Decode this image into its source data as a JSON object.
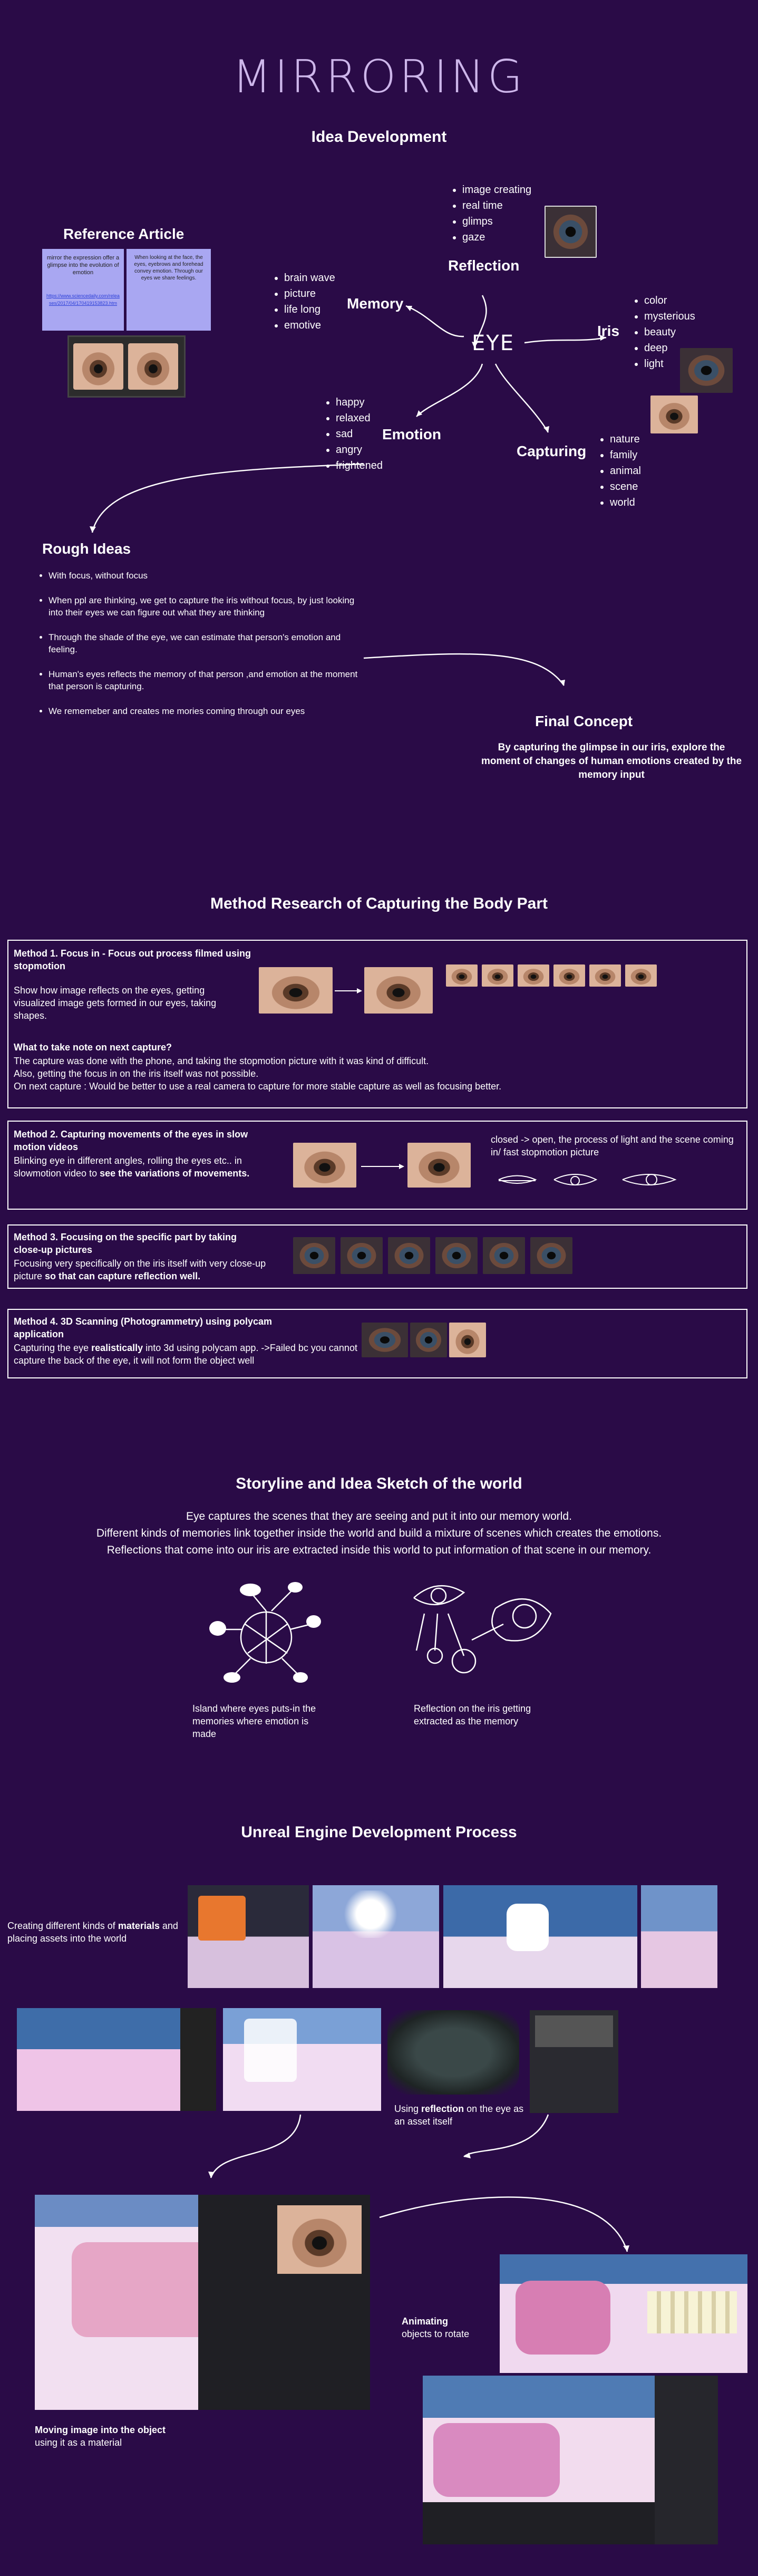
{
  "title": "MIRRORING",
  "idea_development": {
    "heading": "Idea Development",
    "reference_article": {
      "heading": "Reference Article",
      "card_left_text": "mirror the expression offer a glimpse into the evolution of emotion",
      "card_left_link": "https://www.sciencedaily.com/releases/2017/04/170419153823.htm",
      "card_right_text": "When looking at the face, the eyes, eyebrows and forehead convey emotion. Through our eyes we share feelings."
    },
    "center_node": "EYE",
    "reflection": {
      "label": "Reflection",
      "items": [
        "image creating",
        "real time",
        "glimps",
        "gaze"
      ]
    },
    "memory": {
      "label": "Memory",
      "items": [
        "brain wave",
        "picture",
        "life long",
        "emotive"
      ]
    },
    "iris": {
      "label": "Iris",
      "items": [
        "color",
        "mysterious",
        "beauty",
        "deep",
        "light"
      ]
    },
    "emotion": {
      "label": "Emotion",
      "items": [
        "happy",
        "relaxed",
        "sad",
        "angry",
        "frightened"
      ]
    },
    "capturing": {
      "label": "Capturing",
      "items": [
        "nature",
        "family",
        "animal",
        "scene",
        "world"
      ]
    },
    "rough_ideas": {
      "heading": "Rough Ideas",
      "items": [
        "With focus, without focus",
        "When ppl are thinking, we get to capture the iris without focus, by just looking into their eyes we can figure out what they are thinking",
        "Through the shade of the eye, we can estimate that person's emotion and feeling.",
        "Human's eyes reflects the memory of that person ,and emotion at the moment that person is capturing.",
        "We rememeber and creates me mories coming through our eyes"
      ]
    },
    "final_concept": {
      "heading": "Final Concept",
      "text": "By capturing the glimpse in our iris, explore the moment of changes of human emotions created by the memory input"
    }
  },
  "method_research": {
    "heading": "Method Research of Capturing the Body Part",
    "m1": {
      "title": "Method 1. Focus in - Focus out process filmed using stopmotion",
      "body": "Show how image reflects on the eyes, getting visualized image gets formed in our eyes, taking shapes.",
      "note_heading": "What to take note on next capture?",
      "notes": [
        "The capture was done with the phone, and taking  the stopmotion picture with it was kind of difficult.",
        "Also, getting the focus in on the iris itself was not possible.",
        "On next capture : Would be better to use a real camera to capture for more stable capture as well as focusing better."
      ]
    },
    "m2": {
      "title": "Method 2. Capturing movements of the eyes in slow motion videos",
      "body_plain": "Blinking eye in different angles, rolling the eyes etc.. in slowmotion video to",
      "body_bold": "see the variations of movements.",
      "sketch_caption": "closed -> open, the process of light and the scene coming in/ fast stopmotion picture"
    },
    "m3": {
      "title": "Method 3. Focusing on the specific part by taking close-up pictures",
      "body_plain": "Focusing very specifically on the iris itself with very close-up picture",
      "body_bold": "so that can capture reflection well."
    },
    "m4": {
      "title": "Method 4. 3D Scanning (Photogrammetry) using polycam application",
      "body_pre": "Capturing the eye",
      "body_bold": "realistically",
      "body_post": "into 3d using polycam app. ->Failed bc you cannot capture the back of the eye, it will not form the object well"
    }
  },
  "storyline": {
    "heading": "Storyline and Idea Sketch of the world",
    "lines": [
      "Eye captures the scenes that they are seeing and put it into our memory world.",
      "Different kinds of memories link together inside the world and build a mixture of scenes which creates the emotions.",
      "Reflections that come into our iris are extracted inside this world to put information of that scene in our memory."
    ],
    "sketch1_caption": "Island where eyes puts-in the memories where emotion is made",
    "sketch2_caption": "Reflection on the iris getting extracted as the memory"
  },
  "unreal": {
    "heading": "Unreal Engine Development Process",
    "materials_pre": "Creating different kinds of",
    "materials_bold": "materials",
    "materials_post": "and placing assets into the world",
    "reflection_pre": "Using",
    "reflection_bold": "reflection",
    "reflection_post": "on the eye as an asset itself",
    "moving_bold": "Moving image into the object",
    "moving_post": "using it as a material",
    "animating_bold": "Animating",
    "animating_post": "objects to rotate"
  }
}
